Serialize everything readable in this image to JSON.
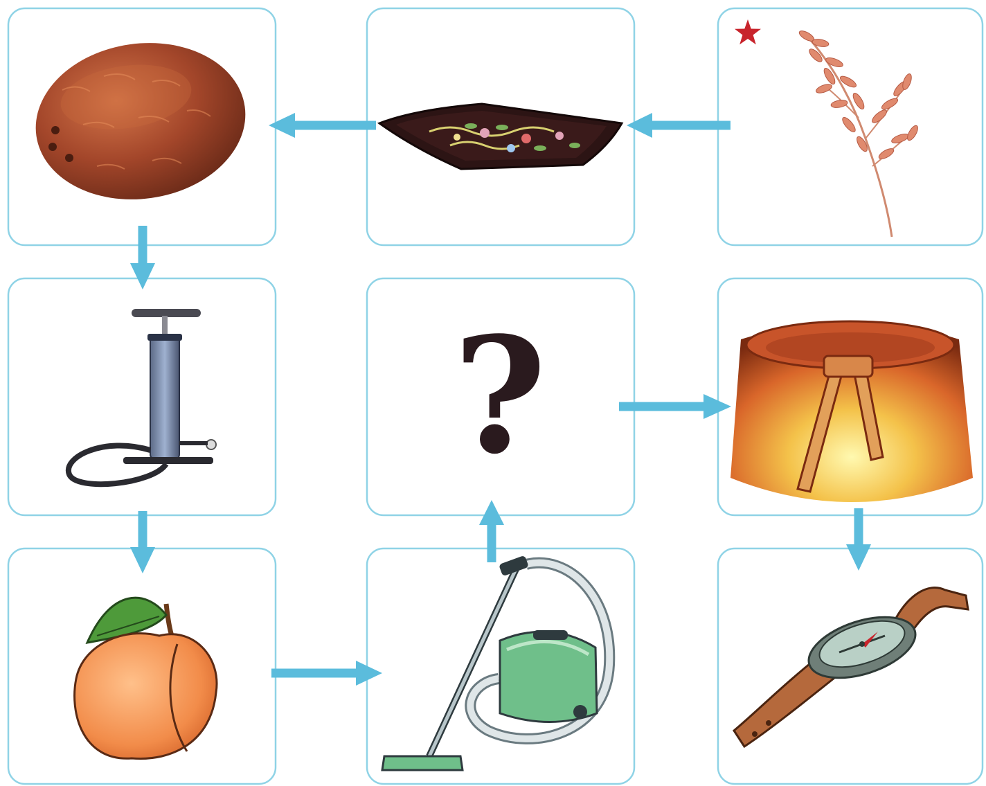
{
  "puzzle": {
    "question_mark": "?",
    "colors": {
      "card_border": "#8fd3e6",
      "arrow": "#5bbcdc",
      "star": "#c8242c"
    },
    "start_marker": "star-icon",
    "cards": [
      {
        "id": "r1c1",
        "picture": "coconut-icon"
      },
      {
        "id": "r1c2",
        "picture": "painted-tray-icon"
      },
      {
        "id": "r1c3",
        "picture": "oat-spike-icon",
        "marked_start": true
      },
      {
        "id": "r2c1",
        "picture": "air-pump-icon"
      },
      {
        "id": "r2c2",
        "picture": "question-mark"
      },
      {
        "id": "r2c3",
        "picture": "belted-skirt-icon"
      },
      {
        "id": "r3c1",
        "picture": "apricot-icon"
      },
      {
        "id": "r3c2",
        "picture": "vacuum-cleaner-icon"
      },
      {
        "id": "r3c3",
        "picture": "compass-watch-icon"
      }
    ],
    "path": [
      "r1c3",
      "r1c2",
      "r1c1",
      "r2c1",
      "r3c1",
      "r3c2",
      "r2c2",
      "r2c3",
      "r3c3"
    ]
  }
}
